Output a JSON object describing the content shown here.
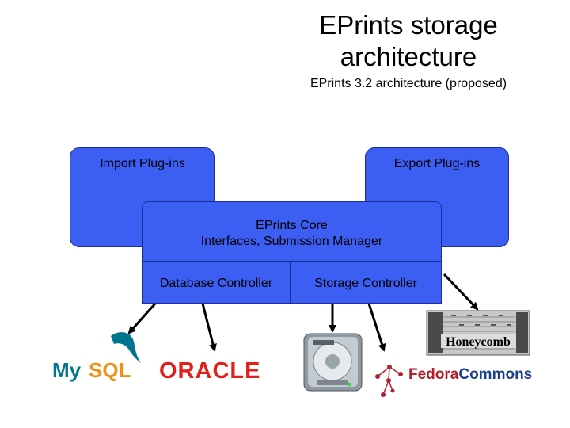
{
  "title": "EPrints storage architecture",
  "subtitle": "EPrints 3.2 architecture (proposed)",
  "boxes": {
    "import": "Import Plug-ins",
    "export": "Export Plug-ins",
    "core_line1": "EPrints Core",
    "core_line2": "Interfaces, Submission Manager",
    "database": "Database Controller",
    "storage": "Storage Controller"
  },
  "logos": {
    "mysql": "MySQL",
    "oracle": "ORACLE",
    "honeycomb": "Honeycomb",
    "fedora": "FedoraCommons",
    "fedora_part1": "Fedora",
    "fedora_part2": "Commons",
    "disk": "hard-disk-icon"
  },
  "colors": {
    "box_fill": "#3c5ef2",
    "mysql_blue": "#00758f",
    "mysql_orange": "#f29111",
    "oracle_red": "#e0201b",
    "fedora_red": "#b51e2b",
    "fedora_blue": "#1c3f8a"
  }
}
